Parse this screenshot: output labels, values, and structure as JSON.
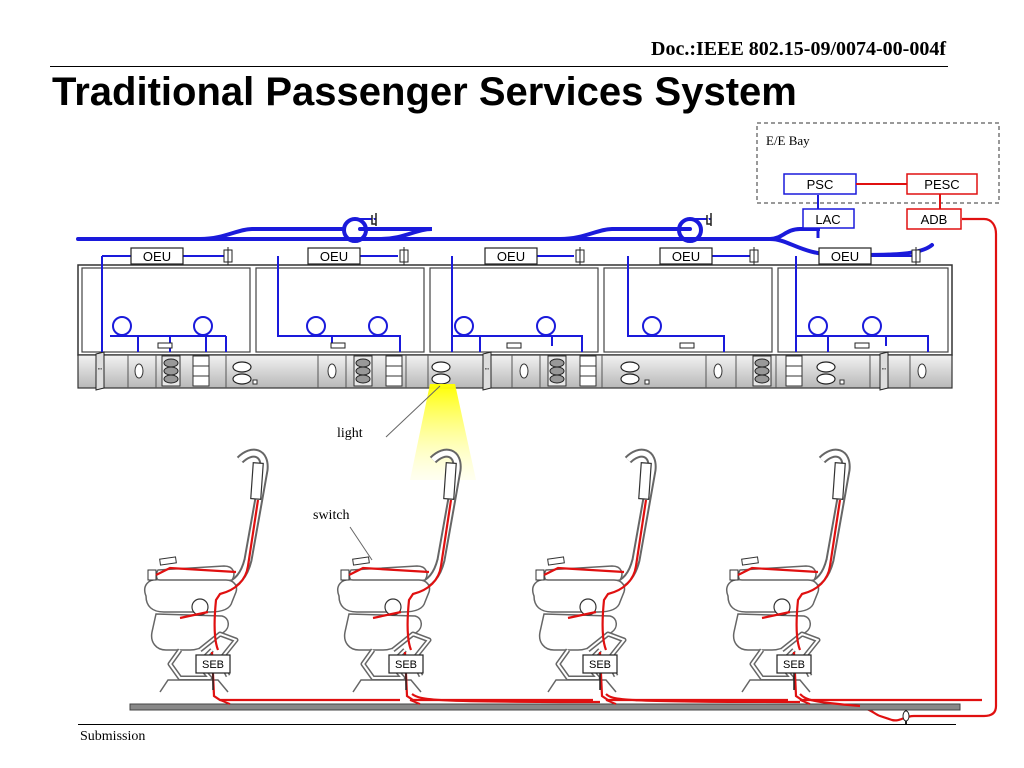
{
  "header": {
    "doc_id": "Doc.:IEEE 802.15-09/0074-00-004f",
    "title": "Traditional Passenger Services System"
  },
  "footer": {
    "label": "Submission"
  },
  "diagram": {
    "ee_bay_label": "E/E Bay",
    "psc": "PSC",
    "pesc": "PESC",
    "lac": "LAC",
    "adb": "ADB",
    "oeu": "OEU",
    "seb": "SEB",
    "light_label": "light",
    "switch_label": "switch",
    "colors": {
      "data_bus": "#1a1adb",
      "power_bus": "#e01010",
      "light_beam": "#ffff33"
    }
  }
}
